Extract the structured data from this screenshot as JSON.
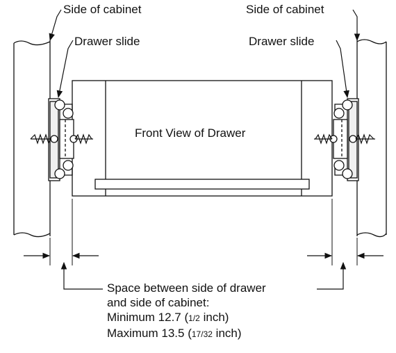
{
  "labels": {
    "cabinet_left": "Side of cabinet",
    "cabinet_right": "Side of cabinet",
    "slide_left": "Drawer slide",
    "slide_right": "Drawer slide",
    "drawer_front": "Front View of Drawer"
  },
  "note": {
    "line1": "Space between side of drawer",
    "line2": "and side of cabinet:",
    "min_prefix": "Minimum 12.7 (",
    "min_num": "1",
    "min_den": "2",
    "min_suffix": " inch)",
    "max_prefix": "Maximum 13.5 (",
    "max_num": "17",
    "max_den": "32",
    "max_suffix": " inch)"
  }
}
